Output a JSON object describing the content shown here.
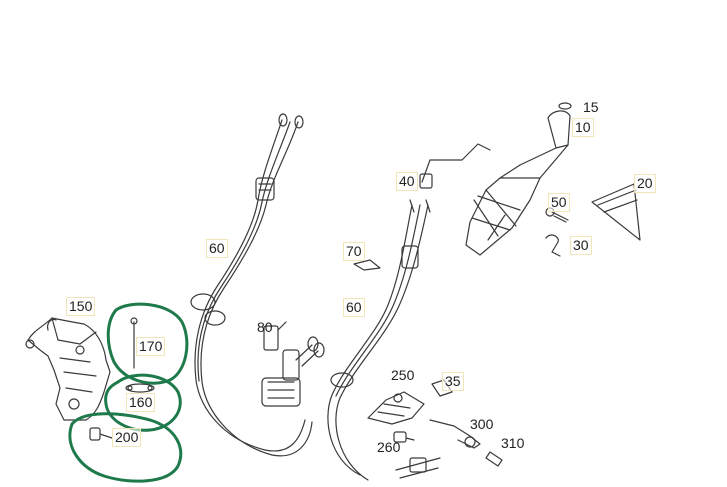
{
  "diagram": {
    "callouts": [
      {
        "id": "c15",
        "label": "15"
      },
      {
        "id": "c10",
        "label": "10"
      },
      {
        "id": "c40",
        "label": "40"
      },
      {
        "id": "c20",
        "label": "20"
      },
      {
        "id": "c50",
        "label": "50"
      },
      {
        "id": "c30",
        "label": "30"
      },
      {
        "id": "c60a",
        "label": "60"
      },
      {
        "id": "c70",
        "label": "70"
      },
      {
        "id": "c60b",
        "label": "60"
      },
      {
        "id": "c150",
        "label": "150"
      },
      {
        "id": "c170",
        "label": "170"
      },
      {
        "id": "c80",
        "label": "80"
      },
      {
        "id": "c250",
        "label": "250"
      },
      {
        "id": "c35",
        "label": "35"
      },
      {
        "id": "c160",
        "label": "160"
      },
      {
        "id": "c200",
        "label": "200"
      },
      {
        "id": "c300",
        "label": "300"
      },
      {
        "id": "c310",
        "label": "310"
      },
      {
        "id": "c260",
        "label": "260"
      }
    ],
    "highlight_color": "#1e7a4a"
  }
}
